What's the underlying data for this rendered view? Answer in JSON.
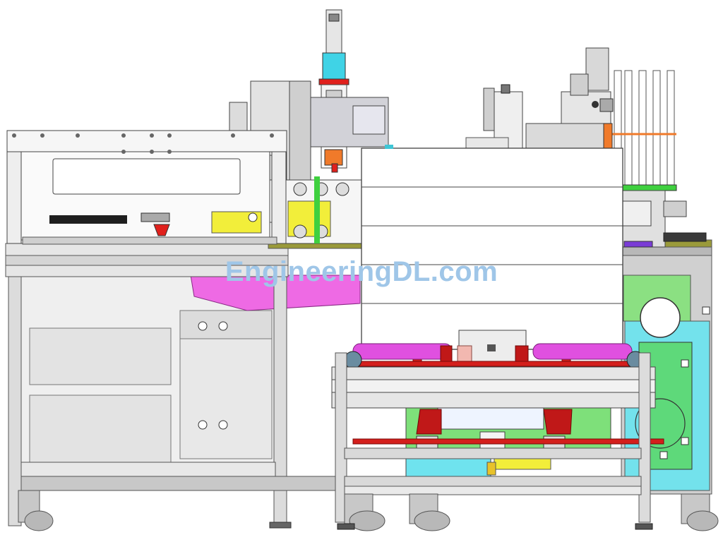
{
  "watermark": {
    "text": "EngineeringDL.com",
    "color": "#9fc6e8"
  },
  "colors": {
    "frame": "#d9d9d9",
    "steel": "#bdbdbd",
    "dark": "#4a4a4a",
    "red": "#e0201c",
    "magenta": "#e64ce0",
    "green": "#6ee05c",
    "yellow": "#f2ee3a",
    "cyan": "#6fe3ee",
    "orange": "#f07a2a",
    "purple": "#7a3cd6"
  },
  "parts": [
    "left-station-frame",
    "top-cylinder-assembly",
    "right-upper-mechanism",
    "center-cover-box",
    "magenta-roller-conveyor",
    "red-support-pipes",
    "right-cyan-cabinet",
    "leveling-feet"
  ]
}
